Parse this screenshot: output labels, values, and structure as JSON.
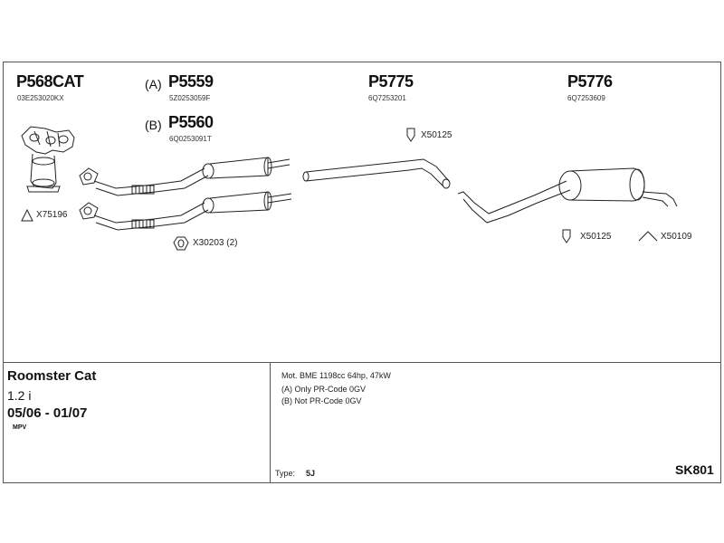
{
  "parts": {
    "p568cat": {
      "number": "P568CAT",
      "code": "03E253020KX"
    },
    "p5559": {
      "variant": "(A)",
      "number": "P5559",
      "code": "5Z0253059F"
    },
    "p5560": {
      "variant": "(B)",
      "number": "P5560",
      "code": "6Q0253091T"
    },
    "p5775": {
      "number": "P5775",
      "code": "6Q7253201"
    },
    "p5776": {
      "number": "P5776",
      "code": "6Q7253609"
    }
  },
  "accessories": {
    "x75196": "X75196",
    "x30203": "X30203 (2)",
    "x50125_top": "X50125",
    "x50125_bottom": "X50125",
    "x50109": "X50109"
  },
  "vehicle": {
    "model": "Roomster Cat",
    "engine": "1.2 i",
    "years": "05/06 - 01/07",
    "body": "MPV"
  },
  "notes": {
    "motor": "Mot. BME 1198cc 64hp, 47kW",
    "a": "(A) Only PR-Code 0GV",
    "b": "(B) Not PR-Code 0GV",
    "type_label": "Type:",
    "type_value": "5J"
  },
  "kit_code": "SK801"
}
